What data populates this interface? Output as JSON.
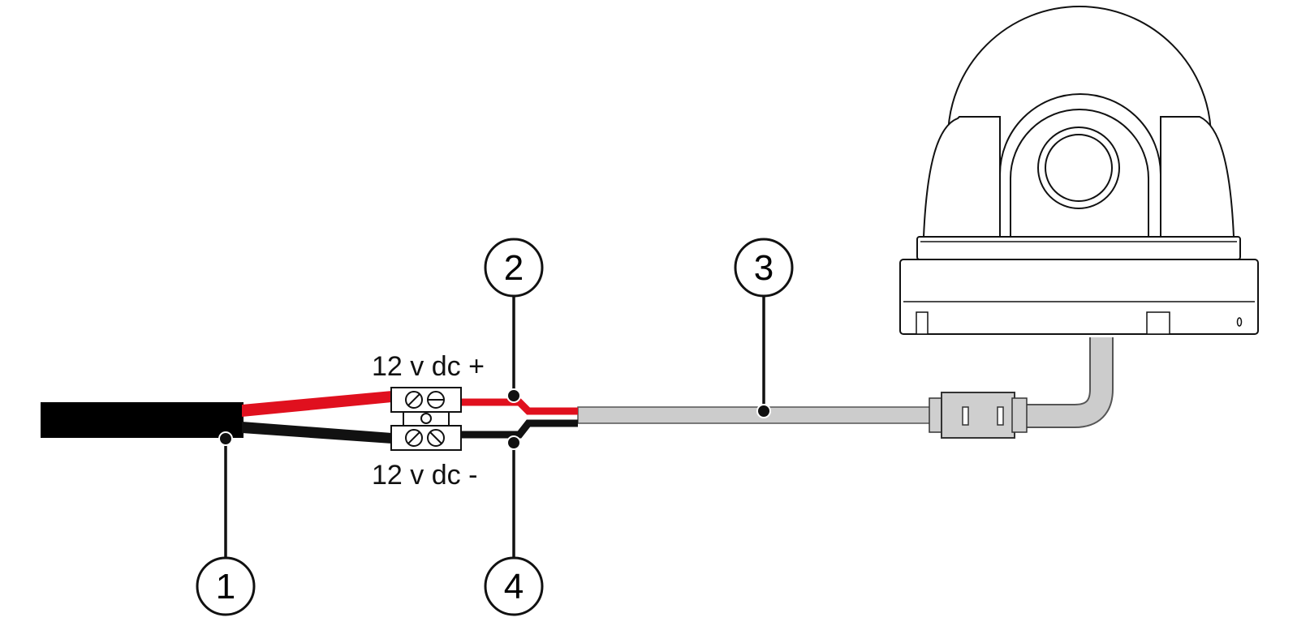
{
  "labels": {
    "positive": "12 v dc +",
    "negative": "12 v dc -"
  },
  "callouts": [
    "1",
    "2",
    "3",
    "4"
  ],
  "colors": {
    "positive_wire": "#e0101e",
    "negative_wire": "#111111",
    "power_cable": "#000000",
    "camera_cable": "#cccccc",
    "camera_body": "#ffffff",
    "outline": "#111111"
  }
}
